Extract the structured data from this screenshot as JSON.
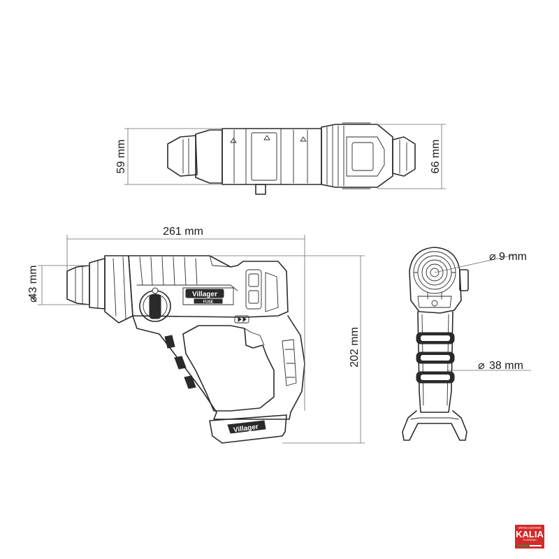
{
  "dimensions": {
    "top_height": "59 mm",
    "top_height_rear": "66 mm",
    "side_length": "261 mm",
    "chuck_diameter": "43 mm",
    "side_height": "202 mm",
    "bit_diameter": "9 mm",
    "grip_diameter": "38 mm",
    "diameter_symbol": "⌀"
  },
  "product": {
    "brand": "Villager",
    "series": "FUSE"
  },
  "logo": {
    "line1": "VRTNI CENTER",
    "line2": "KALIA",
    "line3": "SI VERHNIKI",
    "color": "#d22a2a"
  }
}
